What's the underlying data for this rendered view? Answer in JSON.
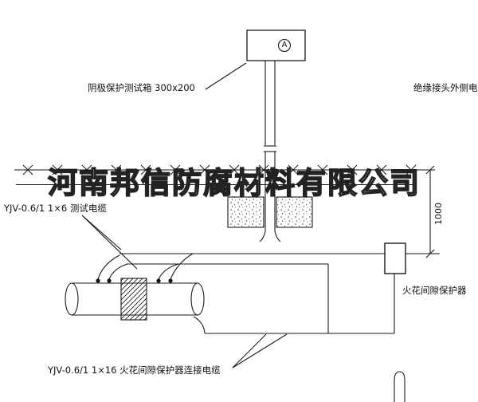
{
  "drawing": {
    "watermark": "河南邦信防腐材料有限公司",
    "meter_letter": "A",
    "labels": {
      "test_box": "阴极保护测试箱 300x200",
      "insulation_joint_cable": "绝缘接头外侧电缆",
      "test_cable": "YJV-0.6/1 1×6  测试电缆",
      "spark_gap_protector": "火花间隙保护器",
      "protector_cable": "YJV-0.6/1 1×16  火花间隙保护器连接电缆",
      "dimension": "1000"
    }
  }
}
